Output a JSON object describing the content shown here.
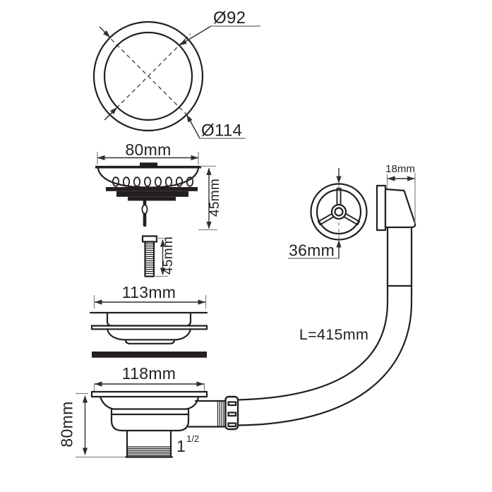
{
  "colors": {
    "line": "#231f20",
    "dim": "#2f2f2f",
    "tick": "#8a8a8a",
    "text": "#231f20",
    "underline": "#6b6b6b",
    "dash-dark": "#4a4a4a",
    "dash-light": "#9a9a9a",
    "bg": "#ffffff"
  },
  "labels": {
    "top_view": {
      "inner_diameter": "Ø92",
      "outer_diameter": "Ø114"
    },
    "strainer": {
      "width": "80mm",
      "height": "45mm"
    },
    "screw": {
      "length": "45mm"
    },
    "upper_flange": {
      "width": "113mm"
    },
    "waste_body": {
      "width": "118mm",
      "height": "80mm",
      "thread_whole": "1",
      "thread_fraction": "1/2"
    },
    "rosette": {
      "diameter": "36mm"
    },
    "overflow_elbow": {
      "depth": "18mm"
    },
    "hose": {
      "length": "L=415mm"
    }
  }
}
